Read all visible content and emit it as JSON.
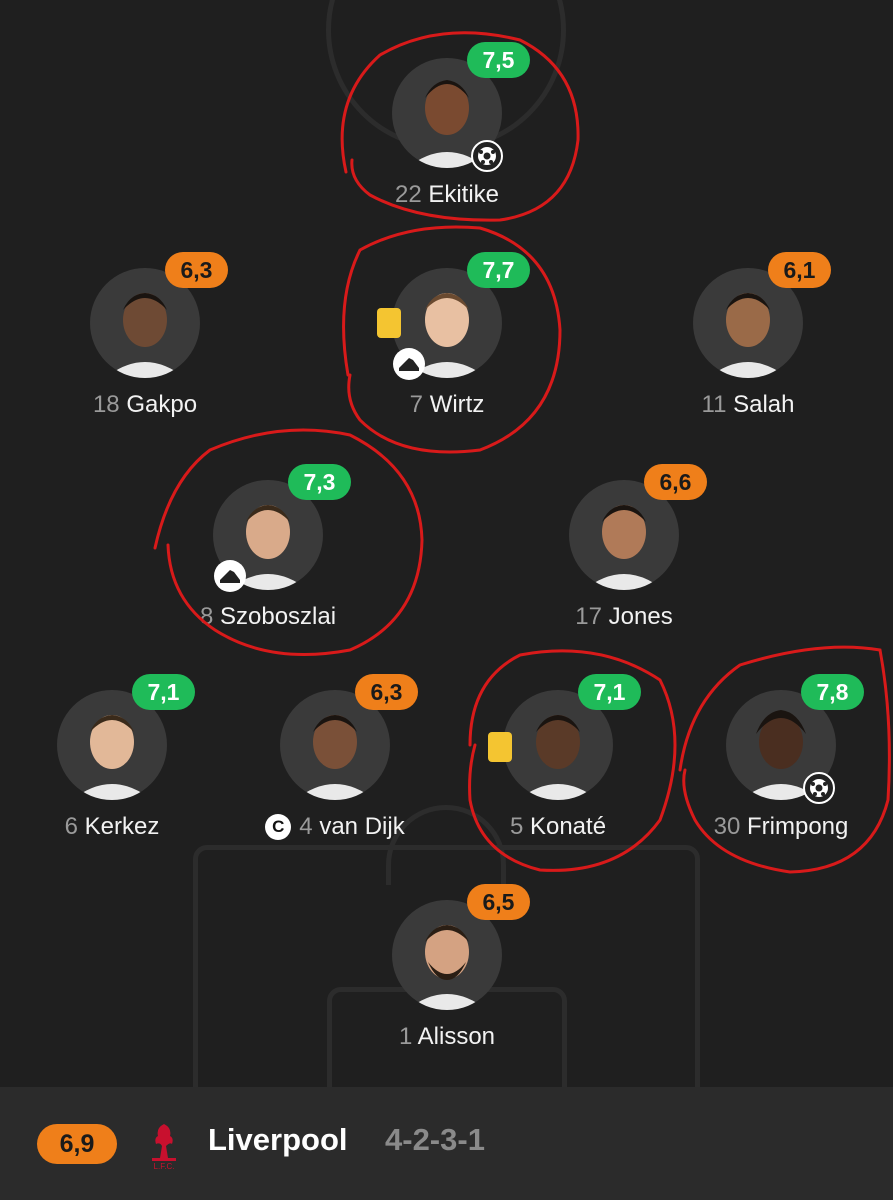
{
  "team": {
    "rating": "6,9",
    "name": "Liverpool",
    "formation": "4-2-3-1",
    "crest_text": "L.F.C."
  },
  "colors": {
    "rating_high": "#1fbb59",
    "rating_mid": "#ef7f1a",
    "background": "#1f1f1f",
    "annotation": "#d81a1a"
  },
  "players": [
    {
      "id": "ekitike",
      "number": "22",
      "name": "Ekitike",
      "rating": "7,5",
      "level": "high",
      "icons": [
        "goal-icon"
      ]
    },
    {
      "id": "gakpo",
      "number": "18",
      "name": "Gakpo",
      "rating": "6,3",
      "level": "mid",
      "icons": []
    },
    {
      "id": "wirtz",
      "number": "7",
      "name": "Wirtz",
      "rating": "7,7",
      "level": "high",
      "icons": [
        "yellow-card-icon",
        "assist-boot-icon"
      ]
    },
    {
      "id": "salah",
      "number": "11",
      "name": "Salah",
      "rating": "6,1",
      "level": "mid",
      "icons": []
    },
    {
      "id": "szoboszlai",
      "number": "8",
      "name": "Szoboszlai",
      "rating": "7,3",
      "level": "high",
      "icons": [
        "assist-boot-icon"
      ]
    },
    {
      "id": "jones",
      "number": "17",
      "name": "Jones",
      "rating": "6,6",
      "level": "mid",
      "icons": []
    },
    {
      "id": "kerkez",
      "number": "6",
      "name": "Kerkez",
      "rating": "7,1",
      "level": "high",
      "icons": []
    },
    {
      "id": "vandijk",
      "number": "4",
      "name": "van Dijk",
      "rating": "6,3",
      "level": "mid",
      "icons": [
        "captain-icon"
      ],
      "captain_mark": "C"
    },
    {
      "id": "konate",
      "number": "5",
      "name": "Konaté",
      "rating": "7,1",
      "level": "high",
      "icons": [
        "yellow-card-icon"
      ]
    },
    {
      "id": "frimpong",
      "number": "30",
      "name": "Frimpong",
      "rating": "7,8",
      "level": "high",
      "icons": [
        "goal-icon"
      ]
    },
    {
      "id": "alisson",
      "number": "1",
      "name": "Alisson",
      "rating": "6,5",
      "level": "mid",
      "icons": []
    }
  ]
}
